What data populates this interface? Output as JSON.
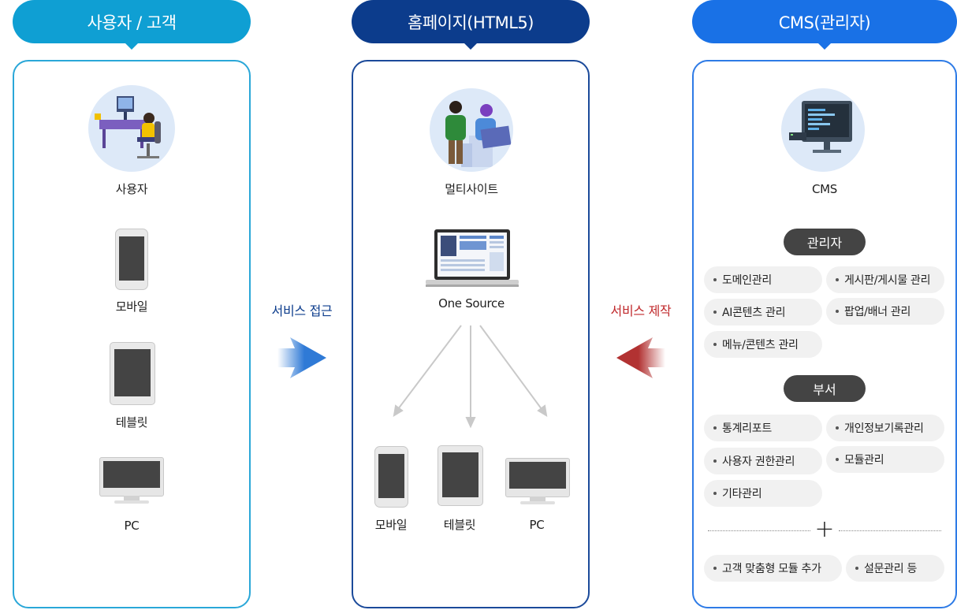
{
  "columns": {
    "user": {
      "header": "사용자 / 고객",
      "header_color": "#0f9fd3",
      "border_color": "#2aa7d8",
      "avatar_label": "사용자",
      "devices": {
        "mobile": "모바일",
        "tablet": "테블릿",
        "pc": "PC"
      }
    },
    "homepage": {
      "header": "홈페이지(HTML5)",
      "header_color": "#0c3c8c",
      "border_color": "#1b4a9a",
      "avatar_label": "멀티사이트",
      "source_label": "One Source",
      "devices": {
        "mobile": "모바일",
        "tablet": "테블릿",
        "pc": "PC"
      }
    },
    "cms": {
      "header": "CMS(관리자)",
      "header_color": "#1971e6",
      "border_color": "#2e7be6",
      "avatar_label": "CMS",
      "admin": {
        "title": "관리자",
        "items": [
          "도메인관리",
          "게시판/게시물 관리",
          "AI콘텐츠 관리",
          "팝업/배너 관리",
          "메뉴/콘텐츠 관리"
        ]
      },
      "dept": {
        "title": "부서",
        "items": [
          "통계리포트",
          "개인정보기록관리",
          "사용자 권한관리",
          "모듈관리",
          "기타관리"
        ]
      },
      "extra": {
        "plus": "+",
        "items": [
          "고객 맞춤형 모듈 추가",
          "설문관리 등"
        ]
      }
    }
  },
  "flows": {
    "access": {
      "label": "서비스 접근",
      "color": "#0c3c8c",
      "arrow_color": "#2f7ad6"
    },
    "production": {
      "label": "서비스 제작",
      "color": "#c0282b",
      "arrow_color": "#b23232"
    }
  }
}
